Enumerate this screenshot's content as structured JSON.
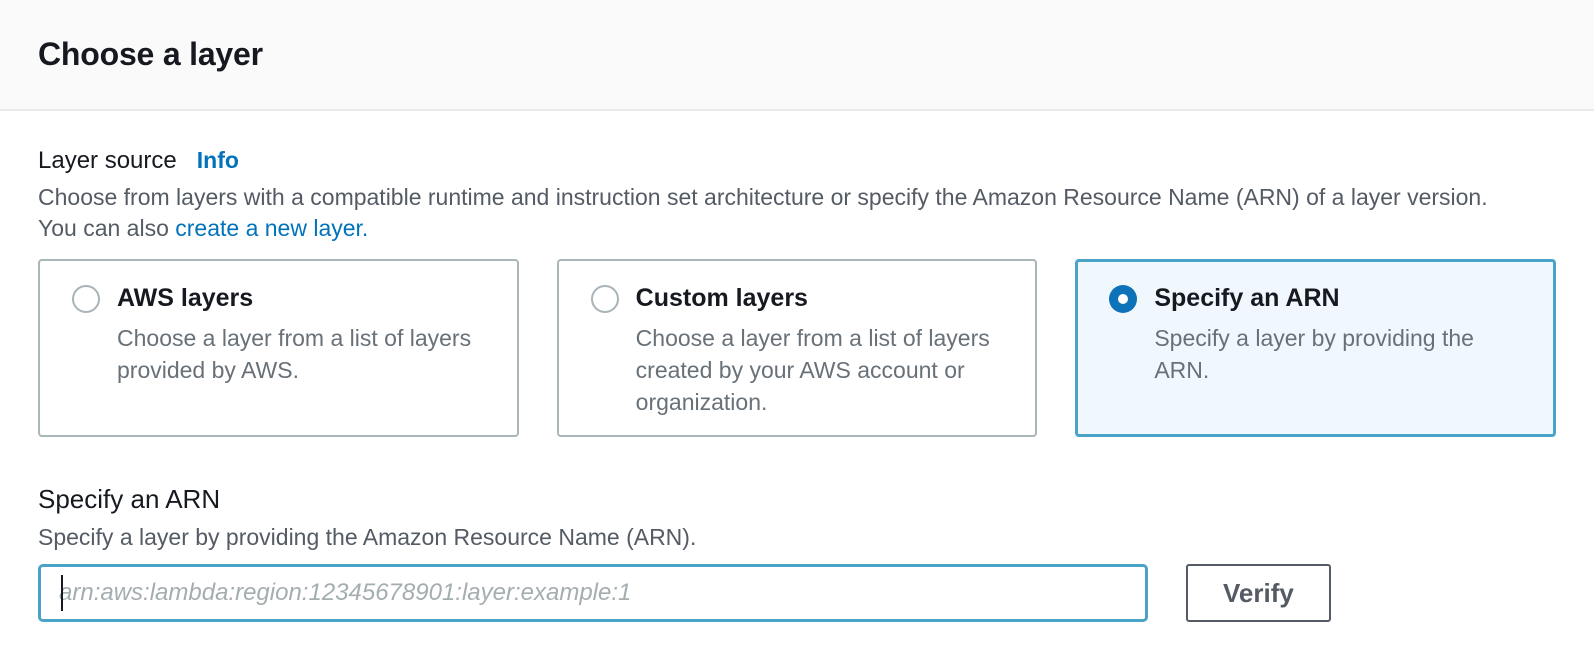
{
  "header": {
    "title": "Choose a layer"
  },
  "layer_source": {
    "label": "Layer source",
    "info_link_label": "Info",
    "description_text": "Choose from layers with a compatible runtime and instruction set architecture or specify the Amazon Resource Name (ARN) of a layer version. You can also ",
    "create_layer_link_label": "create a new layer."
  },
  "options": [
    {
      "title": "AWS layers",
      "description": "Choose a layer from a list of layers provided by AWS.",
      "selected": false
    },
    {
      "title": "Custom layers",
      "description": "Choose a layer from a list of layers created by your AWS account or organization.",
      "selected": false
    },
    {
      "title": "Specify an ARN",
      "description": "Specify a layer by providing the ARN.",
      "selected": true
    }
  ],
  "arn_section": {
    "heading": "Specify an ARN",
    "description": "Specify a layer by providing the Amazon Resource Name (ARN).",
    "input_value": "",
    "input_placeholder": "arn:aws:lambda:region:12345678901:layer:example:1",
    "verify_button_label": "Verify"
  },
  "colors": {
    "link_blue": "#0073bb",
    "selected_card_border": "#49a2c7",
    "selected_card_background": "#f1f8fd",
    "radio_selected_fill": "#0d72b8",
    "header_background": "#fafafa",
    "text_primary": "#16191f",
    "text_secondary": "#545b64"
  }
}
